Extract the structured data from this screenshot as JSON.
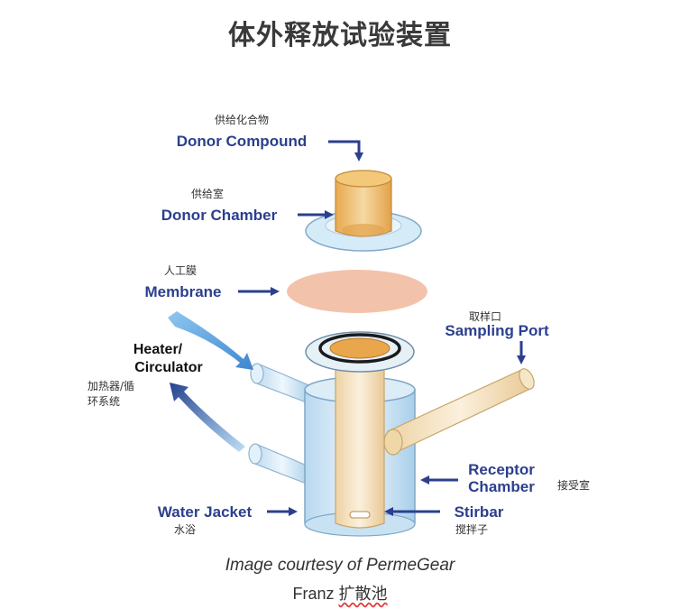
{
  "title": "体外释放试验装置",
  "labels": {
    "donor_compound": {
      "en": "Donor Compound",
      "zh": "供给化合物"
    },
    "donor_chamber": {
      "en": "Donor Chamber",
      "zh": "供给室"
    },
    "membrane": {
      "en": "Membrane",
      "zh": "人工膜"
    },
    "sampling_port": {
      "en": "Sampling Port",
      "zh": "取样口"
    },
    "heater": {
      "en_line1": "Heater/",
      "en_line2": "Circulator",
      "zh_line1": "加热器/循",
      "zh_line2": "环系统"
    },
    "receptor_chamber": {
      "en_line1": "Receptor",
      "en_line2": "Chamber",
      "zh": "接受室"
    },
    "water_jacket": {
      "en": "Water Jacket",
      "zh": "水浴"
    },
    "stirbar": {
      "en": "Stirbar",
      "zh": "搅拌子"
    }
  },
  "caption": {
    "line1": "Image courtesy of PermeGear",
    "line2_prefix": "Franz",
    "line2_zh": "扩散池"
  },
  "colors": {
    "label_blue": "#2b3f8e",
    "arrow_light": "#6fb4e8",
    "arrow_dark": "#2a4a9a",
    "orange": "#e8b463",
    "membrane": "#f2c1a8",
    "glass": "#cfe6f5"
  }
}
